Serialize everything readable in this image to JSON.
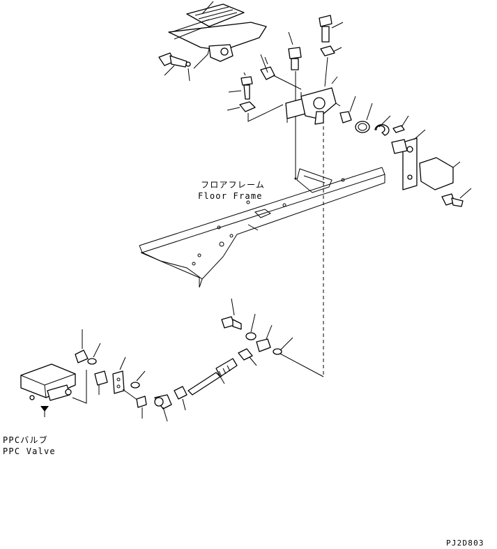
{
  "labels": {
    "floor_frame_jp": "フロアフレーム",
    "floor_frame_en": "Floor Frame",
    "ppc_valve_jp": "PPCバルブ",
    "ppc_valve_en": "PPC Valve",
    "drawing_code": "PJ2D803"
  }
}
